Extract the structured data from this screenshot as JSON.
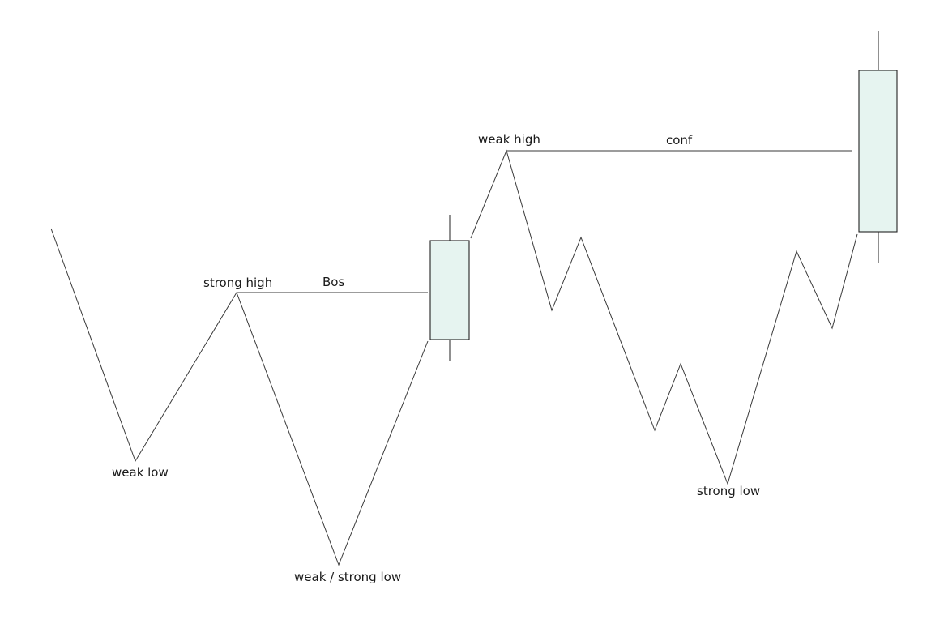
{
  "labels": {
    "weak_low": "weak low",
    "strong_high": "strong high",
    "bos": "Bos",
    "weak_strong_low": "weak / strong low",
    "weak_high": "weak high",
    "conf": "conf",
    "strong_low": "strong low"
  },
  "colors": {
    "line": "#3a3a3a",
    "candle_fill": "#e6f4f0",
    "candle_stroke": "#222222"
  }
}
